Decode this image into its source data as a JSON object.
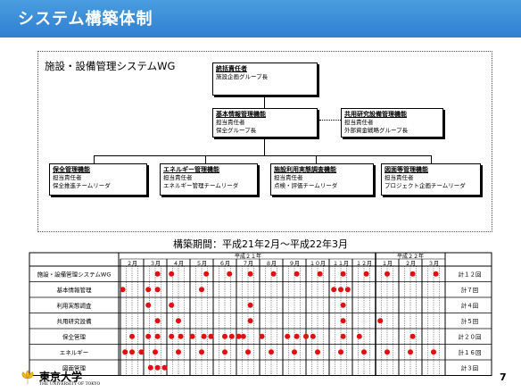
{
  "slide_title": "システム構築体制",
  "org": {
    "wg_label": "施設・設備管理システムWG",
    "top": {
      "title": "統括責任者",
      "lines": [
        "施設企画グループ長"
      ]
    },
    "info": {
      "title": "基本情報管理機能",
      "lines": [
        "担当責任者",
        "保全グループ長"
      ]
    },
    "shared": {
      "title": "共用研究設備管理機能",
      "lines": [
        "担当責任者",
        "外部資金戦略グループ長"
      ]
    },
    "leaves": [
      {
        "title": "保全管理機能",
        "lines": [
          "担当責任者",
          "保全推進チームリーダ"
        ]
      },
      {
        "title": "エネルギー管理機能",
        "lines": [
          "担当責任者",
          "エネルギー管理チームリーダ"
        ]
      },
      {
        "title": "施設利用実態調査機能",
        "lines": [
          "担当責任者",
          "点検・評価チームリーダ"
        ]
      },
      {
        "title": "図面等管理機能",
        "lines": [
          "担当責任者",
          "プロジェクト企画チームリーダ"
        ]
      }
    ]
  },
  "period_label": "構築期間：平成21年2月～平成22年3月",
  "schedule": {
    "years": [
      "平成２１年",
      "平成２２年"
    ],
    "months": [
      "２月",
      "３月",
      "４月",
      "５月",
      "６月",
      "７月",
      "８月",
      "９月",
      "１０月",
      "１１月",
      "１２月",
      "１月",
      "２月",
      "３月"
    ],
    "rows": [
      {
        "label": "施設・設備管理システムWG",
        "total": "計１２回",
        "dots": [
          1.6,
          2.2,
          3.7,
          4.7,
          5.6,
          6.6,
          7.6,
          8.6,
          9.6,
          10.6,
          11.5,
          12.6,
          13.6
        ]
      },
      {
        "label": "基本情報管理",
        "total": "計７回",
        "dots": [
          0.1,
          1.2,
          1.6,
          3.5,
          9.2,
          9.5,
          9.8
        ]
      },
      {
        "label": "利用実態調査",
        "total": "計４回",
        "dots": [
          1.2,
          2.2,
          5.6,
          9.6
        ]
      },
      {
        "label": "共用研究設備",
        "total": "計５回",
        "dots": [
          1.6,
          2.5,
          5.6,
          9.6,
          11.2
        ]
      },
      {
        "label": "保全管理",
        "total": "計２０回",
        "dots": [
          0.5,
          1.2,
          1.6,
          2.2,
          2.6,
          3.1,
          3.6,
          3.9,
          4.5,
          4.8,
          5.1,
          5.3,
          6.1,
          7.2,
          7.6,
          8.0,
          8.3,
          9.6,
          10.3,
          12.6
        ]
      },
      {
        "label": "エネルギー",
        "total": "計１６回",
        "dots": [
          0.2,
          0.5,
          0.9,
          1.5,
          2.5,
          3.5,
          4.5,
          5.5,
          6.5,
          7.5,
          8.5,
          9.5,
          10.5,
          11.5,
          12.5,
          13.5
        ]
      },
      {
        "label": "図面管理",
        "total": "計３回",
        "dots": [
          1.3,
          1.6,
          1.9
        ]
      }
    ],
    "dot_color": "#e01010"
  },
  "footer": {
    "university": "東京大学",
    "university_sub": "THE UNIVERSITY OF TOKYO",
    "page": "7"
  },
  "colors": {
    "title_bar": "#3a8ad8",
    "title_text": "#ffffff"
  }
}
